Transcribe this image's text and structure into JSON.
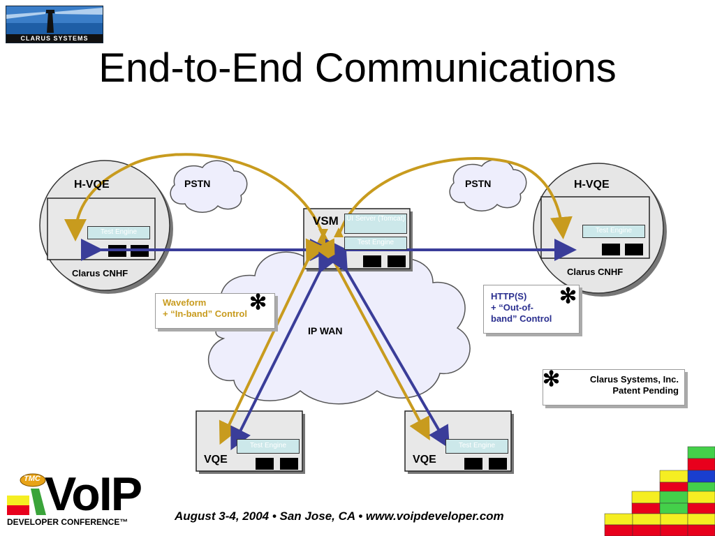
{
  "header": {
    "title": "End-to-End Communications",
    "company_logo_text": "CLARUS SYSTEMS"
  },
  "diagram": {
    "left_node": {
      "title": "H-VQE",
      "subtitle": "Clarus CNHF",
      "engine_label": "Test Engine"
    },
    "right_node": {
      "title": "H-VQE",
      "subtitle": "Clarus CNHF",
      "engine_label": "Test Engine"
    },
    "pstn_left": "PSTN",
    "pstn_right": "PSTN",
    "vsm": {
      "title": "VSM",
      "ui_server_label": "UI Server (Tomcat)",
      "engine_label": "Test Engine"
    },
    "wan_label": "IP WAN",
    "vqe_left": {
      "title": "VQE",
      "engine_label": "Test Engine"
    },
    "vqe_right": {
      "title": "VQE",
      "engine_label": "Test Engine"
    },
    "waveform_note": {
      "line1": "Waveform",
      "line2": "+ “In-band” Control"
    },
    "http_note": {
      "line1": "HTTP(S)",
      "line2": "+ “Out-of-",
      "line3": "band” Control"
    },
    "patent_note": {
      "line1": "Clarus Systems, Inc.",
      "line2": "Patent Pending"
    },
    "star_symbol": "✻",
    "colors": {
      "gold_arrow": "#c89b1e",
      "blue_arrow": "#3a3d99",
      "cloud_fill": "#eeeefc",
      "waveform_text": "#c89b1e",
      "http_text": "#2a2f8f"
    }
  },
  "footer": {
    "voip_logo_top": "TMC",
    "voip_logo_main": "VoIP",
    "voip_logo_sub": "DEVELOPER CONFERENCE™",
    "event_text": "August 3-4, 2004 • San Jose, CA • www.voipdeveloper.com"
  }
}
